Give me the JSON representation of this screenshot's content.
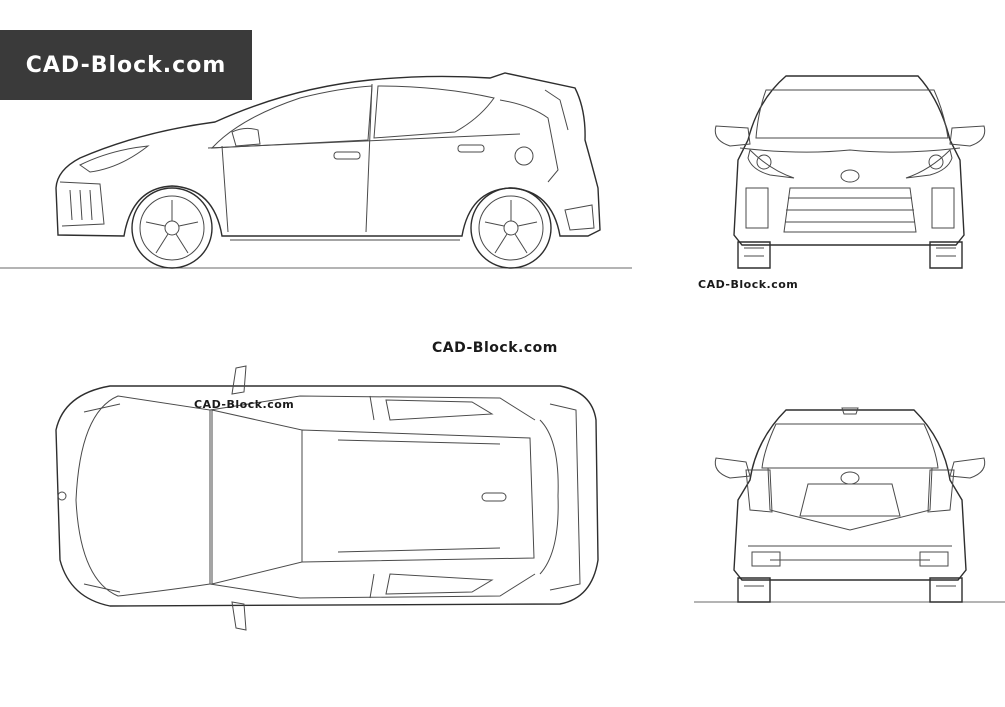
{
  "banner": {
    "text": "CAD-Block.com"
  },
  "watermarks": {
    "front": "CAD-Block.com",
    "middle": "CAD-Block.com",
    "top": "CAD-Block.com"
  },
  "colors": {
    "banner_bg": "#3a3a3a",
    "banner_text": "#ffffff",
    "line": "#4a4a4a",
    "background": "#ffffff"
  },
  "views": [
    "side-elevation",
    "front-elevation",
    "top-plan",
    "rear-elevation"
  ]
}
